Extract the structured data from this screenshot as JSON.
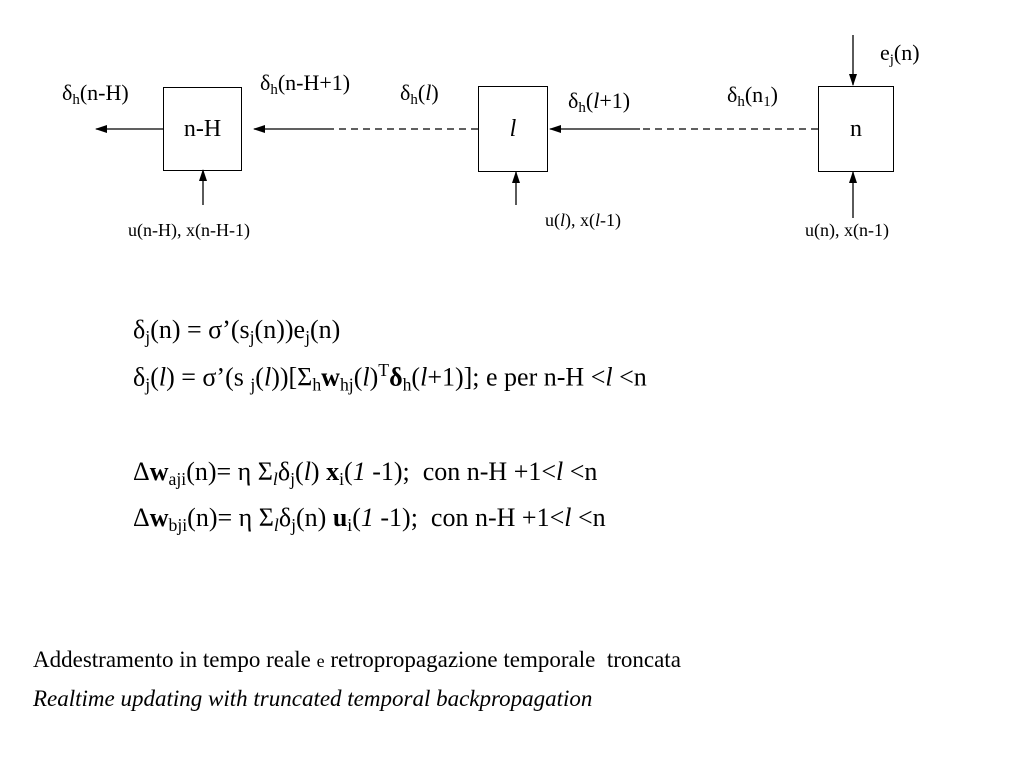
{
  "diagram": {
    "blocks": [
      {
        "id": "block-n-H",
        "label": "n-H"
      },
      {
        "id": "block-l",
        "label": "l"
      },
      {
        "id": "block-n",
        "label": "n"
      }
    ],
    "labels": {
      "delta_nH_out": {
        "sym": "δ",
        "sub": "h",
        "arg": "(n-H)"
      },
      "delta_nH1": {
        "sym": "δ",
        "sub": "h",
        "arg": "(n-H+1)"
      },
      "delta_l": {
        "sym": "δ",
        "sub": "h",
        "open": "(",
        "var": "l",
        "close": ")"
      },
      "delta_l1": {
        "sym": "δ",
        "sub": "h",
        "open": "(",
        "var": "l",
        "rest": "+1)"
      },
      "delta_n1": {
        "sym": "δ",
        "sub": "h",
        "pre": "(n",
        "sub2": "1",
        "post": ")"
      },
      "error": {
        "sym": "e",
        "sub": "j",
        "arg": "(n)"
      },
      "input_nH": "u(n-H), x(n-H-1)",
      "input_l": {
        "p1": "u(",
        "v1": "l",
        "p2": "), x(",
        "v2": "l",
        "p3": "-1)"
      },
      "input_n": "u(n), x(n-1)"
    }
  },
  "equations": {
    "eq1": "δj(n) = σ’(sj(n))ej(n)",
    "eq2": "δj(l) = σ’(s j(l))[Σhwhj(l)Tδh(l+1)]; e per n-H <l <n",
    "eq3": "Δwaji(n)= η Σlδj(l) xi(1 -1);  con n-H +1<l <n",
    "eq4": "Δwbji(n)= η Σlδj(n) ui(1 -1);  con n-H +1<l <n"
  },
  "caption": {
    "italian_part1": "Addestramento in tempo reale",
    "italian_conj": "e",
    "italian_part2": "retropropagazione temporale  troncata",
    "english": "Realtime updating with truncated temporal backpropagation"
  }
}
